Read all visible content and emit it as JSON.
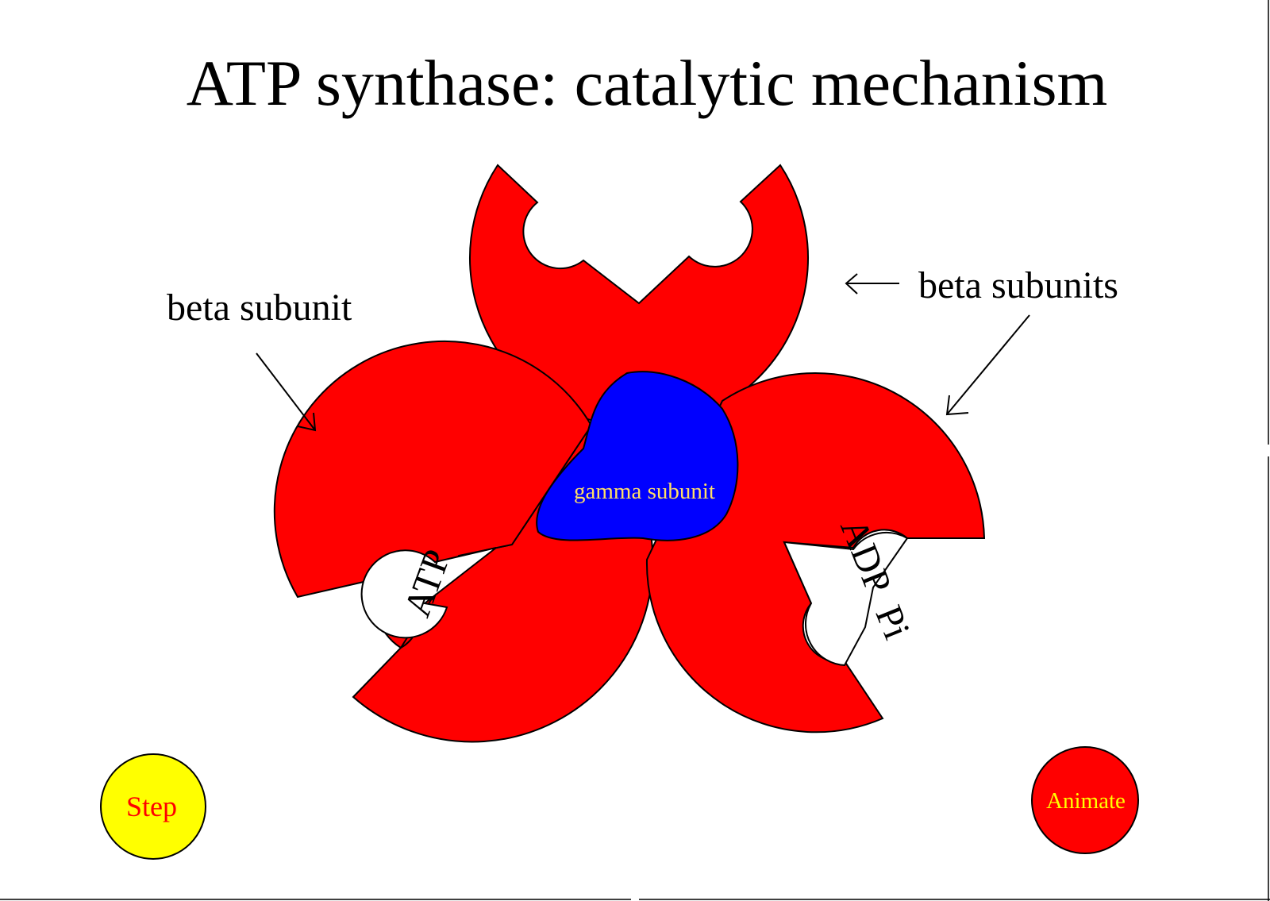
{
  "title": "ATP synthase: catalytic mechanism",
  "labels": {
    "beta_subunit": "beta subunit",
    "beta_subunits": "beta subunits",
    "gamma_subunit": "gamma subunit"
  },
  "binding_sites": {
    "left": "ATP",
    "right": "ADP  Pi"
  },
  "buttons": {
    "step": "Step",
    "animate": "Animate"
  },
  "colors": {
    "beta_subunit": "#ff0000",
    "gamma_subunit": "#0000ff",
    "gamma_label": "#ffe066",
    "step_fill": "#ffff00",
    "step_text": "#ff0000",
    "animate_fill": "#ff0000",
    "animate_text": "#ffff00"
  }
}
